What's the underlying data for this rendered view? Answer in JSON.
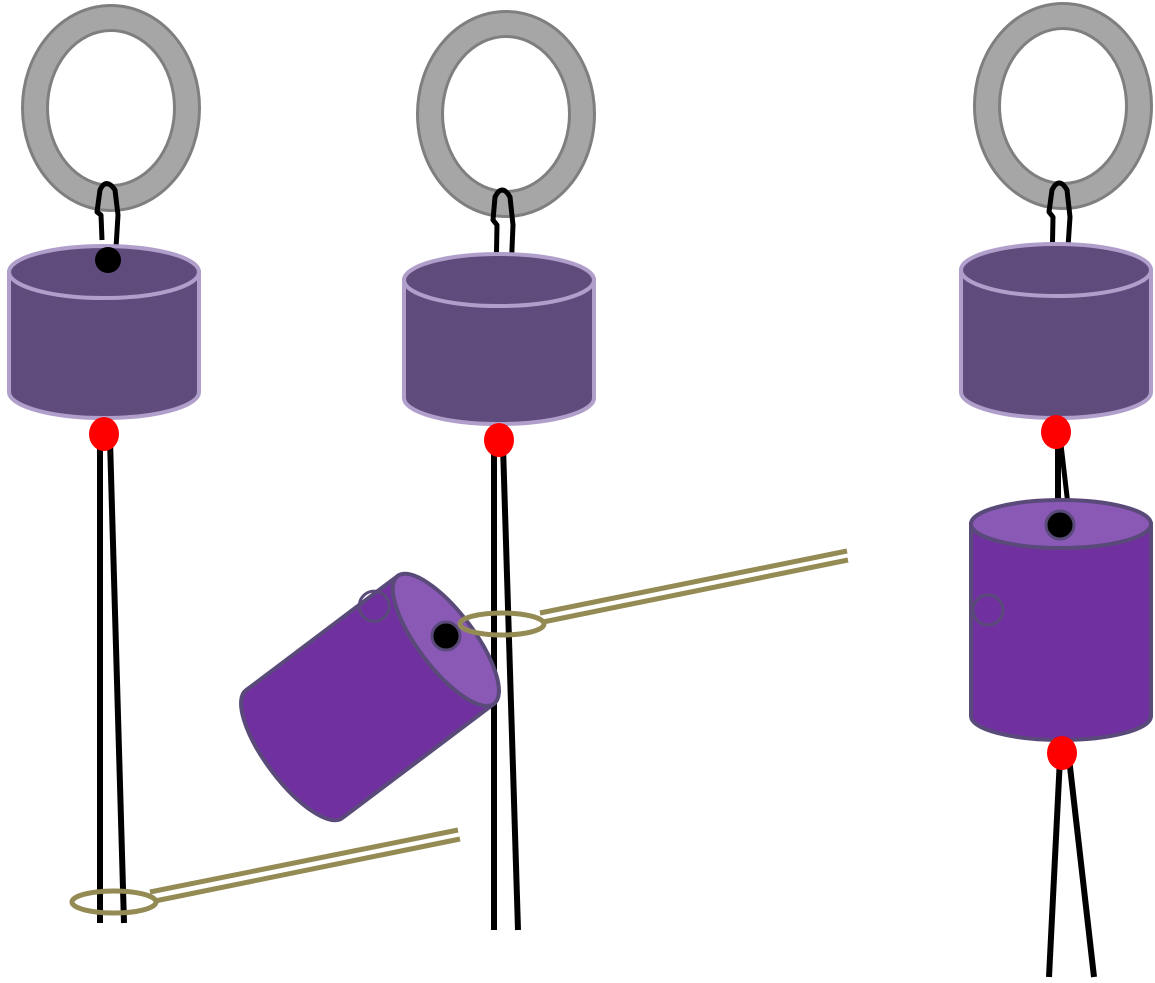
{
  "diagram": {
    "steps": [
      "step-1",
      "step-2",
      "step-3"
    ]
  },
  "colors": {
    "ring_fill": "#a6a6a6",
    "ring_stroke": "#7f7f7f",
    "bead_dark": "#5f4b7c",
    "bead_dark_rim": "#b19fcb",
    "bead_purple": "#7030a0",
    "bead_purple_top": "#8a58b5",
    "bead_purple_rim": "#5a4a7a",
    "needle": "#948a54",
    "cord": "#000000",
    "knot": "#ff0000"
  },
  "icons": [
    "ring-icon",
    "bead-icon",
    "needle-icon",
    "knot-icon"
  ]
}
